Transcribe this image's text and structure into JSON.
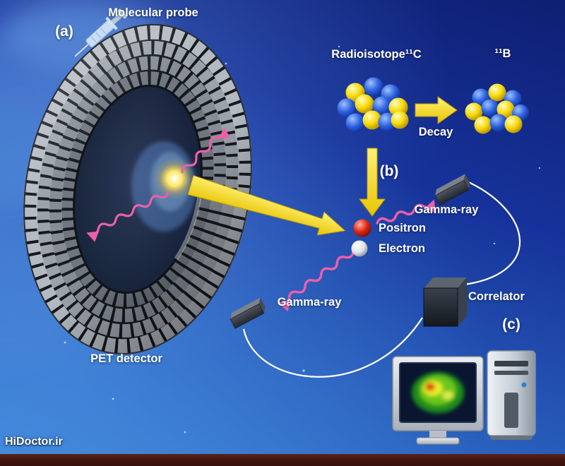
{
  "colors": {
    "bg_top": "#0e1f72",
    "bg_bottom": "#3a84d6",
    "accent_yellow": "#f2cf00",
    "gamma_pink": "#ee5fa8",
    "atom_blue": "#1e4fd0",
    "atom_yellow": "#f5d400",
    "positron_red": "#d92313",
    "electron_white": "#e8ecef",
    "detector_gray": "#9ba2ab",
    "wire_white": "#ffffff",
    "footer_bar": "#451610"
  },
  "panel_labels": {
    "a": "(a)",
    "b": "(b)",
    "c": "(c)"
  },
  "labels": {
    "molecular_probe": "Molecular probe",
    "pet_detector": "PET detector",
    "radioisotope_c11": "Radioisotope¹¹C",
    "boron_b11": "¹¹B",
    "decay": "Decay",
    "positron": "Positron",
    "electron": "Electron",
    "gamma_ray_upper": "Gamma-ray",
    "gamma_ray_lower": "Gamma-ray",
    "correlator": "Correlator"
  },
  "watermark": "HiDoctor.ir",
  "icons": {
    "syringe-icon": "molecular probe syringe",
    "pet-detector-ring": "segmented PET detector ring",
    "c11-molecule-cluster": "cluster of blue and yellow nucleon spheres",
    "b11-molecule-cluster": "cluster of blue and yellow nucleon spheres",
    "decay-arrow-icon": "yellow block arrow right",
    "b-arrow-icon": "yellow block arrow down",
    "big-yellow-arrow-icon": "yellow tapered arrow",
    "gamma-wave-icon": "pink wavy gamma-ray arrow",
    "detector-block-icon": "gray 3D detector block",
    "correlator-box-icon": "dark 3D correlator box",
    "monitor-icon": "monitor showing PET brain scan",
    "pc-tower-icon": "desktop computer tower",
    "annihilation-glow-icon": "bright annihilation flash"
  }
}
